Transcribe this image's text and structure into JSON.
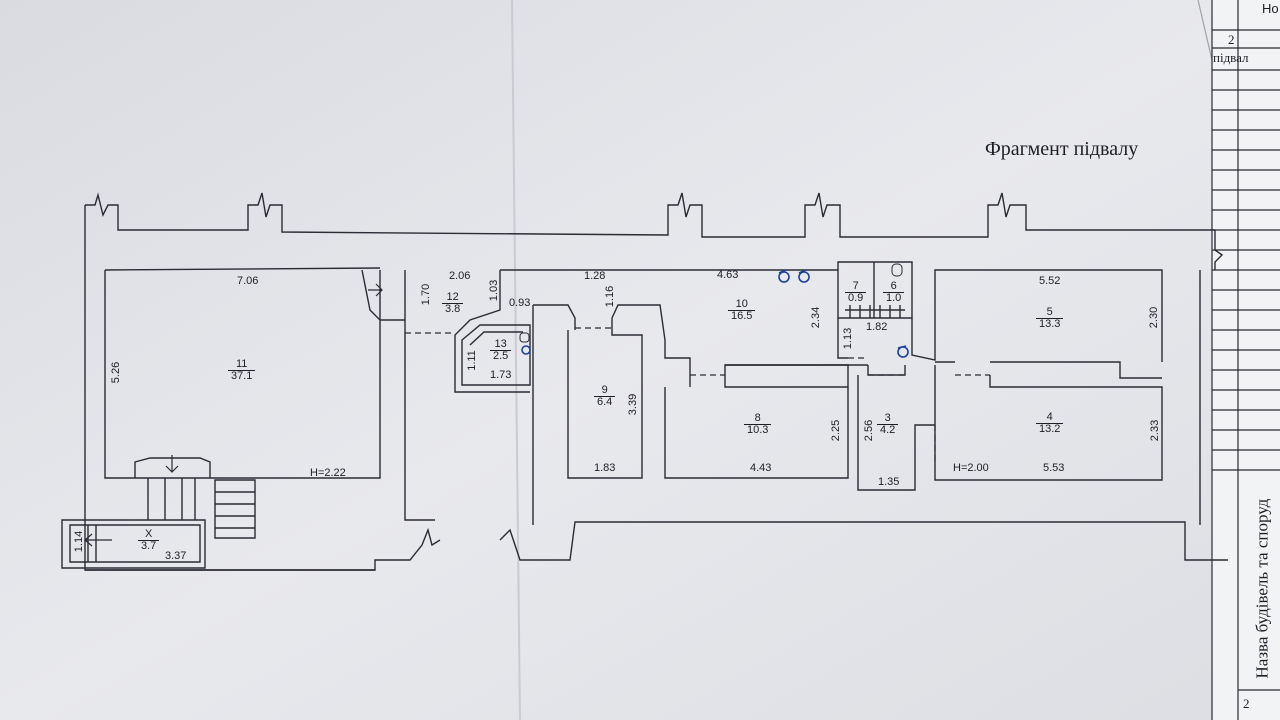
{
  "title": "Фрагмент підвалу",
  "header_cells": {
    "col_no": "2",
    "col_label": "підвал",
    "corner": "Но",
    "bottom_no": "2"
  },
  "side_title": "Назва будівель та споруд",
  "heights": {
    "left": "H=2.22",
    "right": "H=2.00"
  },
  "rooms": [
    {
      "id": "11",
      "number": "11",
      "area": "37.1"
    },
    {
      "id": "12",
      "number": "12",
      "area": "3.8"
    },
    {
      "id": "13",
      "number": "13",
      "area": "2.5"
    },
    {
      "id": "10",
      "number": "10",
      "area": "16.5"
    },
    {
      "id": "9",
      "number": "9",
      "area": "6.4"
    },
    {
      "id": "8",
      "number": "8",
      "area": "10.3"
    },
    {
      "id": "7",
      "number": "7",
      "area": "0.9"
    },
    {
      "id": "6",
      "number": "6",
      "area": "1.0"
    },
    {
      "id": "5",
      "number": "5",
      "area": "13.3"
    },
    {
      "id": "4",
      "number": "4",
      "area": "13.2"
    },
    {
      "id": "3",
      "number": "3",
      "area": "4.2"
    },
    {
      "id": "X",
      "number": "X",
      "area": "3.7"
    }
  ],
  "dimensions": {
    "d706": "7.06",
    "d526": "5.26",
    "d206": "2.06",
    "d170": "1.70",
    "d103": "1.03",
    "d093": "0.93",
    "d128": "1.28",
    "d116": "1.16",
    "d463": "4.63",
    "d234": "2.34",
    "d113": "1.13",
    "d182": "1.82",
    "d552": "5.52",
    "d230": "2.30",
    "d111": "1.11",
    "d173": "1.73",
    "d339": "3.39",
    "d183": "1.83",
    "d225": "2.25",
    "d443": "4.43",
    "d256": "2.56",
    "d135": "1.35",
    "d553": "5.53",
    "d233": "2.33",
    "d114": "1.14",
    "d337": "3.37"
  }
}
